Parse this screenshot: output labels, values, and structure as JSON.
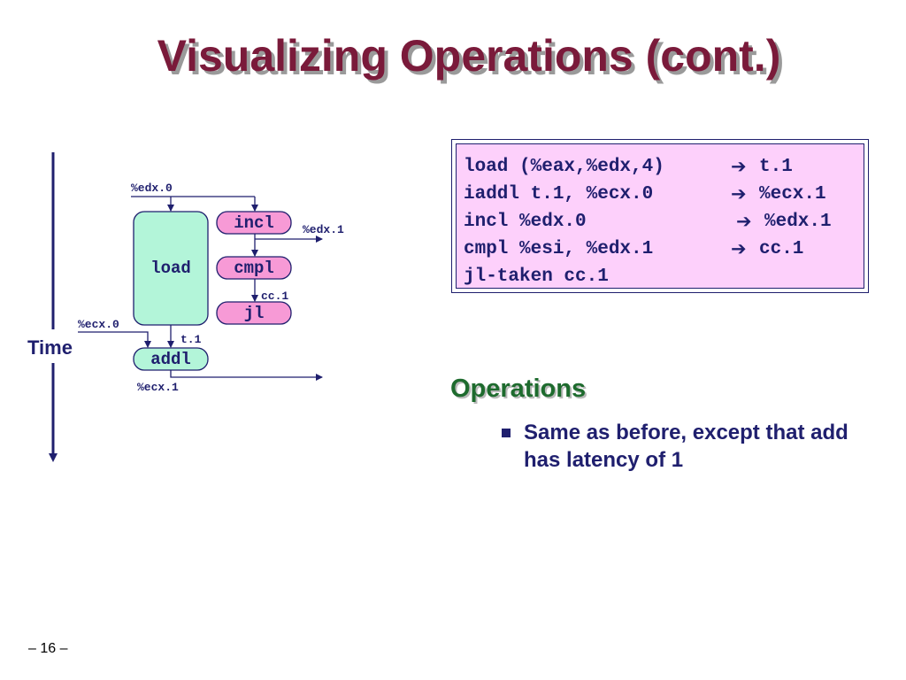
{
  "slide": {
    "title": "Visualizing Operations (cont.)",
    "page_number": "– 16 –"
  },
  "code": {
    "lines": [
      {
        "instr": "load (%eax,%edx,4)",
        "arrow": "➔",
        "dest": "t.1"
      },
      {
        "instr": "iaddl t.1, %ecx.0",
        "arrow": "➔",
        "dest": "%ecx.1"
      },
      {
        "instr": "incl %edx.0",
        "arrow": "➔",
        "dest": "%edx.1"
      },
      {
        "instr": "cmpl %esi, %edx.1",
        "arrow": "➔",
        "dest": "cc.1"
      },
      {
        "instr": "jl-taken cc.1",
        "arrow": "",
        "dest": ""
      }
    ]
  },
  "operations": {
    "heading": "Operations",
    "bullets": [
      "Same as before, except that add has latency of 1"
    ]
  },
  "diagram": {
    "time_label": "Time",
    "nodes": {
      "load": "load",
      "incl": "incl",
      "cmpl": "cmpl",
      "jl": "jl",
      "addl": "addl"
    },
    "labels": {
      "edx0": "%edx.0",
      "edx1": "%edx.1",
      "cc1": "cc.1",
      "ecx0": "%ecx.0",
      "t1": "t.1",
      "ecx1": "%ecx.1"
    },
    "colors": {
      "load_fill": "#b3f5d9",
      "addl_fill": "#b3f5d9",
      "pink_fill": "#f79ad6",
      "stroke": "#1f1f6e",
      "title": "#7a1a3a",
      "heading": "#1e6b2e",
      "code_bg": "#fdd0fb"
    }
  }
}
